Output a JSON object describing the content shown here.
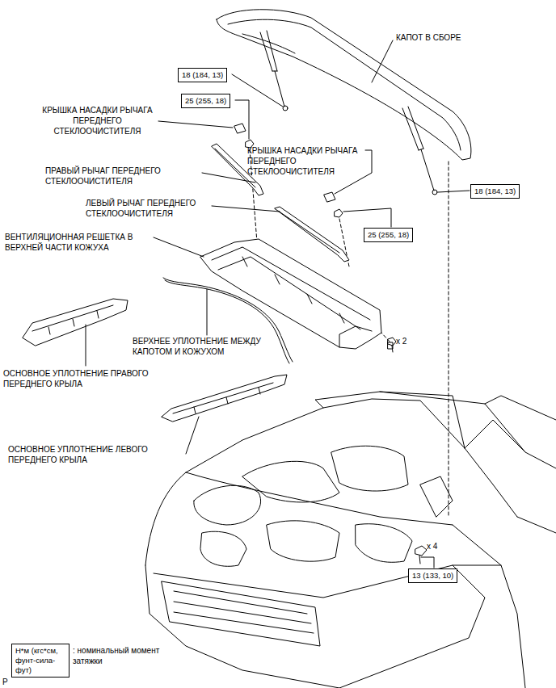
{
  "diagram": {
    "nodes": [
      {
        "text": [
          "18 (184, 13)"
        ]
      },
      {
        "text": [
          "25 (255, 18)"
        ]
      },
      {
        "text": [
          "18 (184, 13)"
        ]
      },
      {
        "text": [
          "25 (255, 18)"
        ]
      },
      {
        "text": [
          "13 (133, 10)"
        ]
      },
      {
        "text": [
          "Н*м (кгс*см, фунт-сила-фут)"
        ]
      }
    ],
    "labels": [
      "КАПОТ В СБОРЕ",
      "КРЫШКА НАСАДКИ РЫЧАГА ПЕРЕДНЕГО СТЕКЛООЧИСТИТЕЛЯ",
      "КРЫШКА НАСАДКИ РЫЧАГА ПЕРЕДНЕГО СТЕКЛООЧИСТИТЕЛЯ",
      "ПРАВЫЙ РЫЧАГ ПЕРЕДНЕГО СТЕКЛООЧИСТИТЕЛЯ",
      "ЛЕВЫЙ РЫЧАГ ПЕРЕДНЕГО СТЕКЛООЧИСТИТЕЛЯ",
      "ВЕНТИЛЯЦИОННАЯ РЕШЕТКА В ВЕРХНЕЙ ЧАСТИ КОЖУХА",
      "x 2",
      "ВЕРХНЕЕ УПЛОТНЕНИЕ МЕЖДУ КАПОТОМ И КОЖУХОМ",
      "ОСНОВНОЕ УПЛОТНЕНИЕ ПРАВОГО ПЕРЕДНЕГО КРЫЛА",
      "ОСНОВНОЕ УПЛОТНЕНИЕ ЛЕВОГО ПЕРЕДНЕГО КРЫЛА",
      "x 4",
      ": номинальный момент затяжки",
      "P"
    ]
  }
}
